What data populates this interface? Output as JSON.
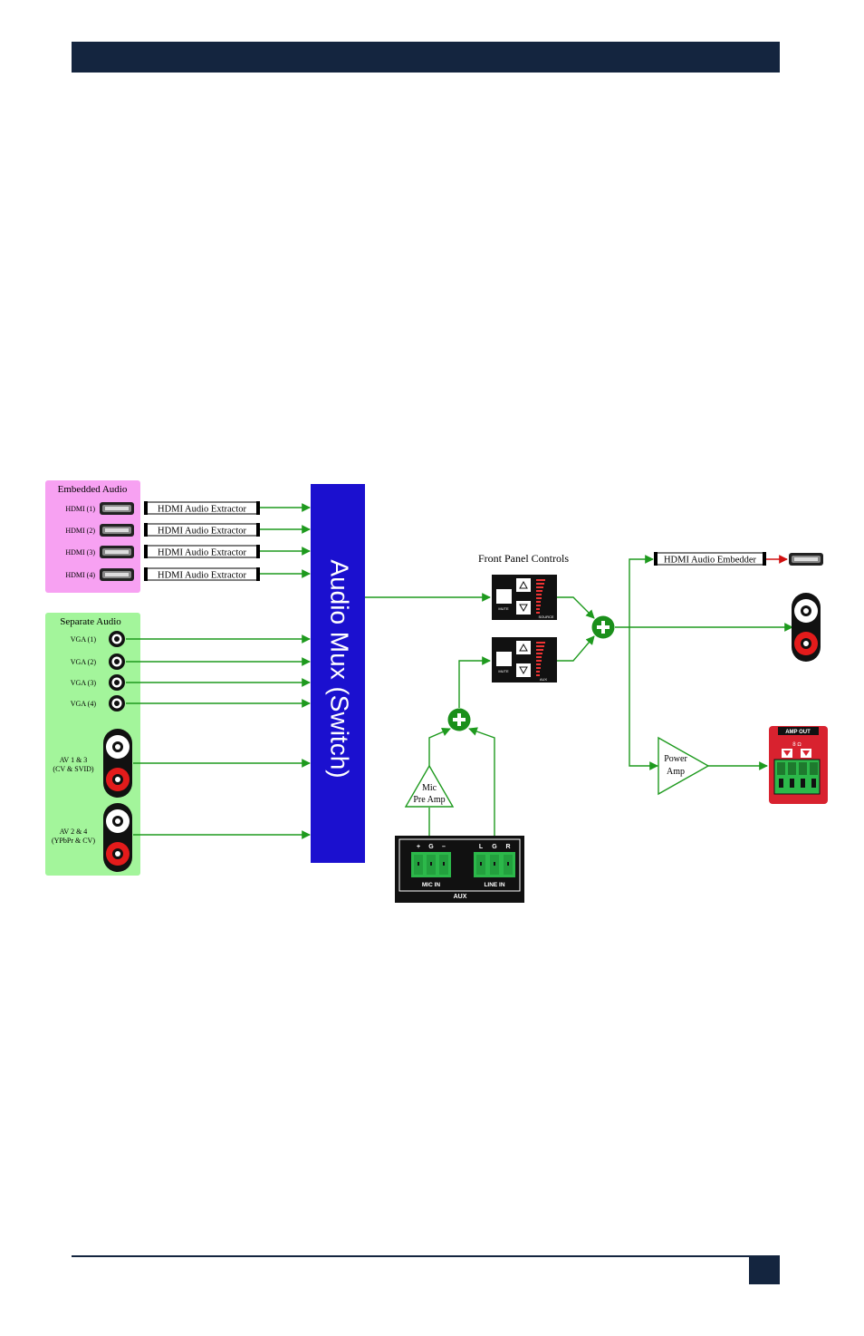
{
  "colors": {
    "header": "#14253f",
    "embedded_bg": "#f7a1f2",
    "separate_bg": "#a3f59b",
    "mux": "#1b10cf",
    "signal": "#1e9a1e",
    "sum": "#1a8f1a",
    "terminal": "#2cb84a",
    "amp_panel": "#d8222f",
    "embed_arrow": "#d01010"
  },
  "embedded": {
    "title": "Embedded Audio",
    "inputs": [
      "HDMI (1)",
      "HDMI (2)",
      "HDMI (3)",
      "HDMI (4)"
    ],
    "extractor_label": "HDMI Audio Extractor"
  },
  "separate": {
    "title": "Separate Audio",
    "vga": [
      "VGA (1)",
      "VGA (2)",
      "VGA (3)",
      "VGA (4)"
    ],
    "av": [
      {
        "line1": "AV 1 & 3",
        "line2": "(CV & SVID)"
      },
      {
        "line1": "AV 2 & 4",
        "line2": "(YPbPr & CV)"
      }
    ]
  },
  "mux_label": "Audio Mux (Switch)",
  "front_panel": {
    "title": "Front Panel Controls",
    "mute": "MUTE",
    "source": "SOURCE",
    "aux": "AUX"
  },
  "embedder_label": "HDMI Audio Embedder",
  "power_amp": {
    "line1": "Power",
    "line2": "Amp"
  },
  "mic_pre_amp": {
    "line1": "Mic",
    "line2": "Pre Amp"
  },
  "amp_out": {
    "title": "AMP OUT",
    "ohms": "8 Ω"
  },
  "aux_panel": {
    "title": "AUX",
    "mic_in": "MIC IN",
    "line_in": "LINE IN",
    "mic_pins": [
      "+",
      "G",
      "–"
    ],
    "line_pins": [
      "L",
      "G",
      "R"
    ]
  }
}
